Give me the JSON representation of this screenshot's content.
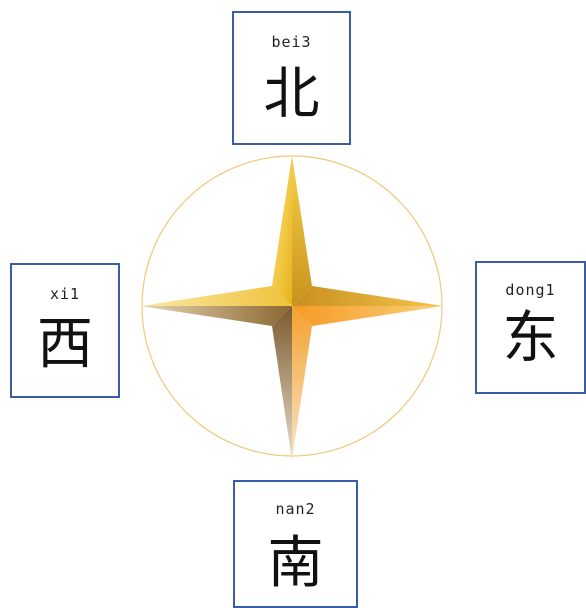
{
  "directions": {
    "north": {
      "pinyin": "bei3",
      "hanzi": "北"
    },
    "west": {
      "pinyin": "xi1",
      "hanzi": "西"
    },
    "east": {
      "pinyin": "dong1",
      "hanzi": "东"
    },
    "south": {
      "pinyin": "nan2",
      "hanzi": "南"
    }
  },
  "colors": {
    "card_border": "#3a5da8",
    "ring": "#f0c878",
    "star_gold": "#f2c230",
    "star_orange": "#f5a623",
    "star_brown": "#8a6a3a"
  }
}
